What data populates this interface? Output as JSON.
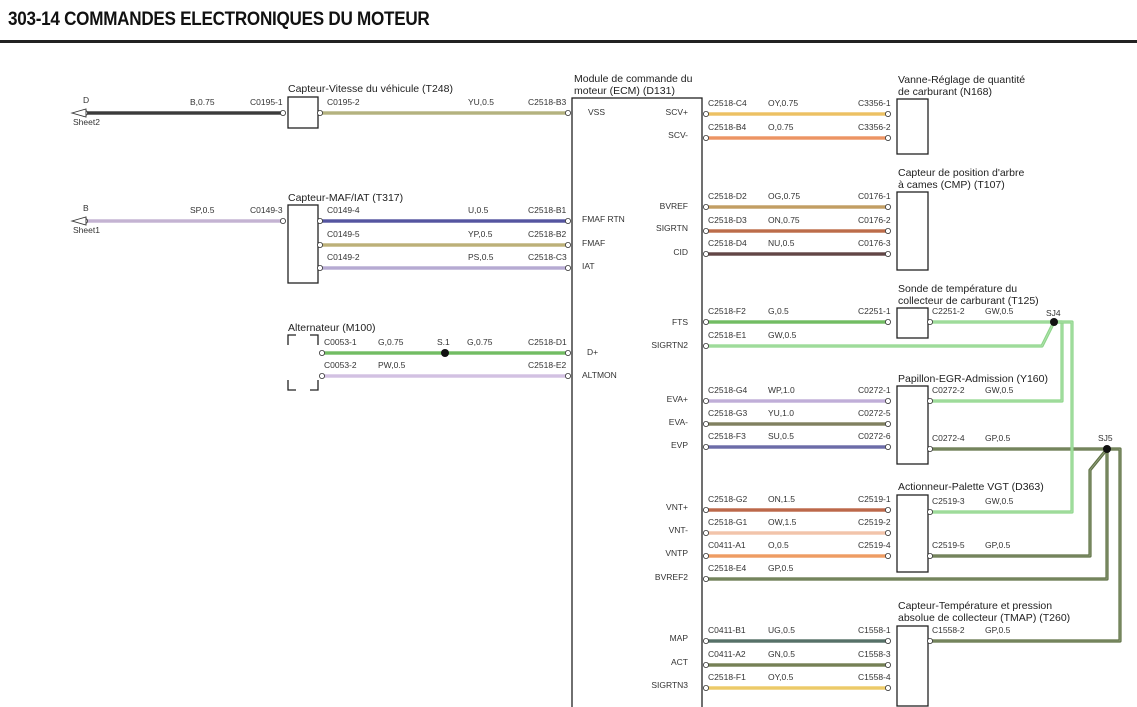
{
  "title": "303-14 COMMANDES ELECTRONIQUES DU MOTEUR",
  "ecm": {
    "title": [
      "Module de commande du",
      "moteur (ECM) (D131)"
    ],
    "pins_left": [
      "VSS",
      "FMAF RTN",
      "FMAF",
      "IAT",
      "D+",
      "ALTMON"
    ],
    "pins_right": [
      "SCV+",
      "SCV-",
      "BVREF",
      "SIGRTN",
      "CID",
      "FTS",
      "SIGRTN2",
      "EVA+",
      "EVA-",
      "EVP",
      "VNT+",
      "VNT-",
      "VNTP",
      "BVREF2",
      "MAP",
      "ACT",
      "SIGRTN3"
    ]
  },
  "sheet_refs": [
    {
      "letter": "D",
      "sheet": "Sheet2"
    },
    {
      "letter": "B",
      "sheet": "Sheet1"
    }
  ],
  "components": [
    {
      "title": [
        "Capteur-Vitesse du véhicule (T248)"
      ]
    },
    {
      "title": [
        "Capteur-MAF/IAT (T317)"
      ]
    },
    {
      "title": [
        "Alternateur (M100)"
      ]
    },
    {
      "title": [
        "Vanne-Réglage de quantité",
        "de carburant (N168)"
      ]
    },
    {
      "title": [
        "Capteur de position d'arbre",
        "à cames (CMP) (T107)"
      ]
    },
    {
      "title": [
        "Sonde de température du",
        "collecteur de carburant (T125)"
      ]
    },
    {
      "title": [
        "Papillon-EGR-Admission (Y160)"
      ]
    },
    {
      "title": [
        "Actionneur-Palette VGT (D363)"
      ]
    },
    {
      "title": [
        "Capteur-Température et pression",
        "absolue de collecteur (TMAP) (T260)"
      ]
    }
  ],
  "splices": [
    "SJ4",
    "SJ5"
  ],
  "wires": [
    {
      "labels": [
        "B,0.75",
        "C0195-1"
      ],
      "color": "#1e1e1e"
    },
    {
      "labels": [
        "C0195-2",
        "YU,0.5",
        "C2518-B3"
      ],
      "color": "#a9a66c"
    },
    {
      "labels": [
        "SP,0.5",
        "C0149-3"
      ],
      "color": "#bba8cc"
    },
    {
      "labels": [
        "C0149-4",
        "U,0.5",
        "C2518-B1"
      ],
      "color": "#3c3c92"
    },
    {
      "labels": [
        "C0149-5",
        "YP,0.5",
        "C2518-B2"
      ],
      "color": "#b2a565"
    },
    {
      "labels": [
        "C0149-2",
        "PS,0.5",
        "C2518-C3"
      ],
      "color": "#ab9dcc"
    },
    {
      "labels": [
        "C0053-1",
        "G,0.75",
        "S.1",
        "G,0.75",
        "C2518-D1"
      ],
      "color": "#5db34c"
    },
    {
      "labels": [
        "C0053-2",
        "PW,0.5",
        "C2518-E2"
      ],
      "color": "#ccb8de"
    },
    {
      "labels": [
        "C2518-C4",
        "OY,0.75",
        "C3356-1"
      ],
      "color": "#e9b84c"
    },
    {
      "labels": [
        "C2518-B4",
        "O,0.75",
        "C3356-2"
      ],
      "color": "#e9854c"
    },
    {
      "labels": [
        "C2518-D2",
        "OG,0.75",
        "C0176-1"
      ],
      "color": "#b98f4c"
    },
    {
      "labels": [
        "C2518-D3",
        "ON,0.75",
        "C0176-2"
      ],
      "color": "#b3572f"
    },
    {
      "labels": [
        "C2518-D4",
        "NU,0.5",
        "C0176-3"
      ],
      "color": "#4b2b2b"
    },
    {
      "labels": [
        "C2518-F2",
        "G,0.5",
        "C2251-1"
      ],
      "color": "#5db34c"
    },
    {
      "labels": [
        "C2518-E1",
        "GW,0.5"
      ],
      "color": "#8fd68b"
    },
    {
      "labels": [
        "C2518-G4",
        "WP,1.0",
        "C0272-1"
      ],
      "color": "#b7a2d2"
    },
    {
      "labels": [
        "C2518-G3",
        "YU,1.0",
        "C0272-5"
      ],
      "color": "#6e6d48"
    },
    {
      "labels": [
        "C2518-F3",
        "SU,0.5",
        "C0272-6"
      ],
      "color": "#56569c"
    },
    {
      "labels": [
        "C2518-G2",
        "ON,1.5",
        "C2519-1"
      ],
      "color": "#b2512f"
    },
    {
      "labels": [
        "C2518-G1",
        "OW,1.5",
        "C2519-2"
      ],
      "color": "#f1bb9d"
    },
    {
      "labels": [
        "C0411-A1",
        "O,0.5",
        "C2519-4"
      ],
      "color": "#ec8d4c"
    },
    {
      "labels": [
        "C2518-E4",
        "GP,0.5"
      ],
      "color": "#5f7244"
    },
    {
      "labels": [
        "C0411-B1",
        "UG,0.5",
        "C1558-1"
      ],
      "color": "#3d5c52"
    },
    {
      "labels": [
        "C0411-A2",
        "GN,0.5",
        "C1558-3"
      ],
      "color": "#616d3c"
    },
    {
      "labels": [
        "C2518-F1",
        "OY,0.5",
        "C1558-4"
      ],
      "color": "#e9c252"
    },
    {
      "labels": [
        "C2251-2",
        "GW,0.5"
      ],
      "color": "#8fd68b"
    },
    {
      "labels": [
        "C0272-2",
        "GW,0.5"
      ],
      "color": "#8fd68b"
    },
    {
      "labels": [
        "C0272-4",
        "GP,0.5"
      ],
      "color": "#5f7244"
    },
    {
      "labels": [
        "C2519-3",
        "GW,0.5"
      ],
      "color": "#8fd68b"
    },
    {
      "labels": [
        "C2519-5",
        "GP,0.5"
      ],
      "color": "#5f7244"
    },
    {
      "labels": [
        "C1558-2",
        "GP,0.5"
      ],
      "color": "#5f7244"
    }
  ]
}
